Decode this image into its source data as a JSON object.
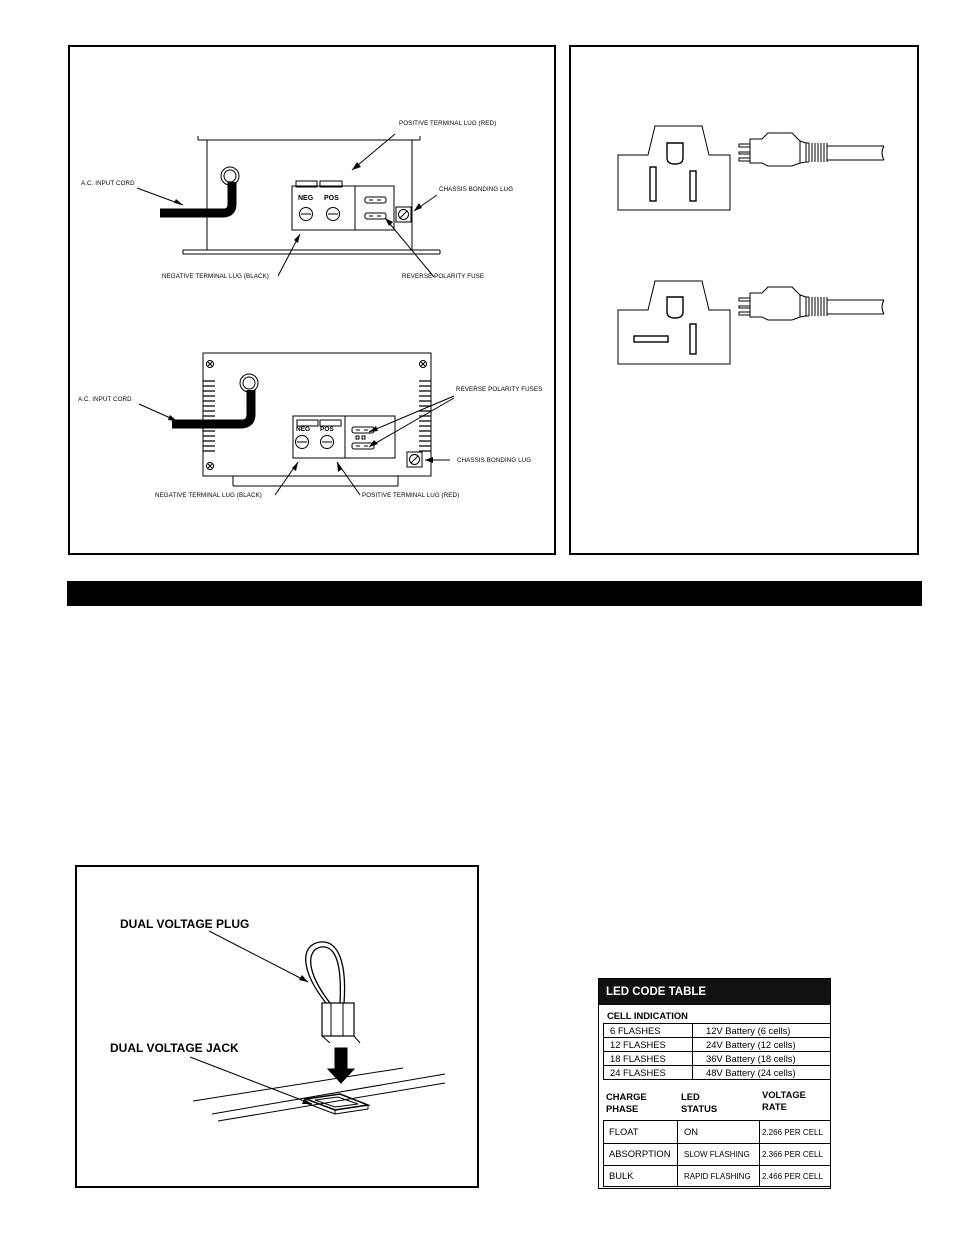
{
  "figure_top_left": {
    "device_a": {
      "positive_lug": "POSITIVE TERMINAL LUG (RED)",
      "ac_cord": "A.C. INPUT CORD",
      "chassis_lug": "CHASSIS BONDING LUG",
      "neg": "NEG",
      "pos": "POS",
      "negative_lug": "NEGATIVE TERMINAL LUG (BLACK)",
      "fuse": "REVERSE POLARITY FUSE"
    },
    "device_b": {
      "ac_cord": "A.C. INPUT CORD",
      "fuses": "REVERSE POLARITY FUSES",
      "neg": "NEG",
      "pos": "POS",
      "chassis_lug": "CHASSIS BONDING LUG",
      "negative_lug": "NEGATIVE TERMINAL LUG (BLACK)",
      "positive_lug": "POSITIVE TERMINAL LUG (RED)"
    }
  },
  "figure_dual_voltage": {
    "plug_label": "DUAL VOLTAGE PLUG",
    "jack_label": "DUAL VOLTAGE JACK"
  },
  "led_table": {
    "title": "LED CODE TABLE",
    "cell_section": "CELL INDICATION",
    "cells": [
      {
        "flashes": "6 FLASHES",
        "battery": "12V Battery (6 cells)"
      },
      {
        "flashes": "12 FLASHES",
        "battery": "24V Battery (12 cells)"
      },
      {
        "flashes": "18 FLASHES",
        "battery": "36V Battery (18 cells)"
      },
      {
        "flashes": "24 FLASHES",
        "battery": "48V Battery (24 cells)"
      }
    ],
    "col_headers": {
      "phase_1": "CHARGE",
      "phase_2": "PHASE",
      "status_1": "LED",
      "status_2": "STATUS",
      "rate_1": "VOLTAGE",
      "rate_2": "RATE"
    },
    "phases": [
      {
        "phase": "FLOAT",
        "status": "ON",
        "rate": "2.266 PER CELL"
      },
      {
        "phase": "ABSORPTION",
        "status": "SLOW FLASHING",
        "rate": "2.366 PER CELL"
      },
      {
        "phase": "BULK",
        "status": "RAPID FLASHING",
        "rate": "2.466 PER CELL"
      }
    ]
  }
}
